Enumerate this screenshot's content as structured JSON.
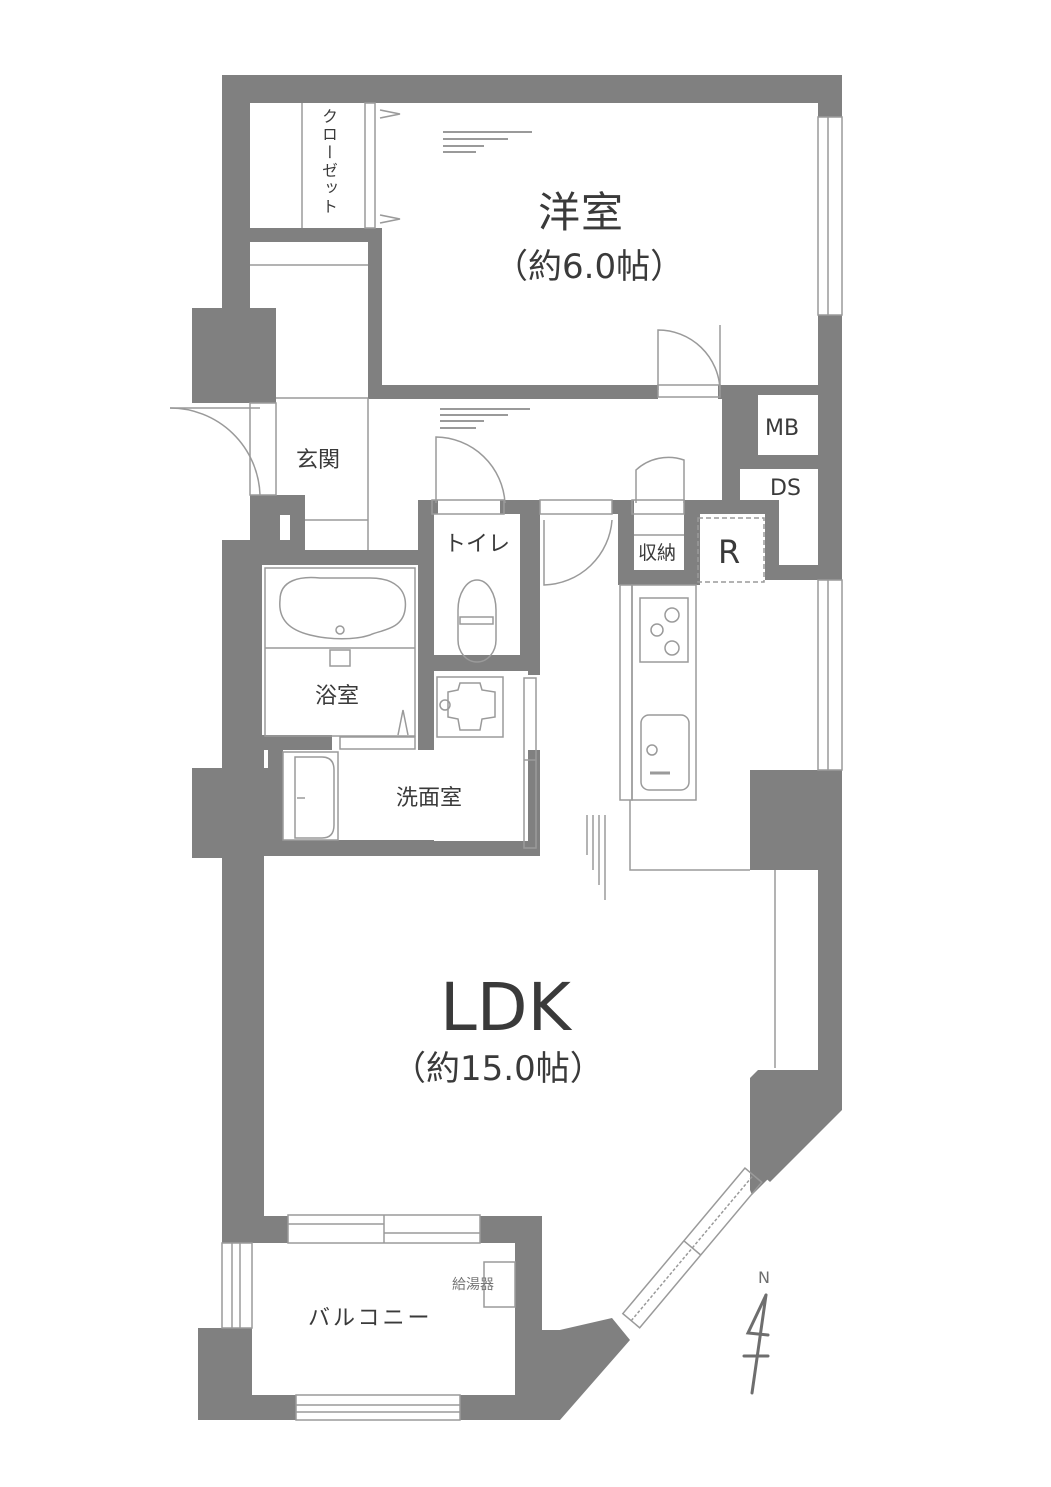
{
  "floor_plan": {
    "colors": {
      "wall": "#808080",
      "background": "#ffffff",
      "line": "#9a9a9a",
      "text": "#3a3a3a"
    },
    "rooms": {
      "western_room": {
        "name": "洋室",
        "area": "（約6.0帖）"
      },
      "closet": {
        "name": "クローゼット"
      },
      "entrance": {
        "name": "玄関"
      },
      "toilet": {
        "name": "トイレ"
      },
      "storage": {
        "name": "収納"
      },
      "refrigerator": {
        "name": "R"
      },
      "meter_box": {
        "name": "MB"
      },
      "duct_space": {
        "name": "DS"
      },
      "bathroom": {
        "name": "浴室"
      },
      "washroom": {
        "name": "洗面室"
      },
      "ldk": {
        "name": "LDK",
        "area": "（約15.0帖）"
      },
      "balcony": {
        "name": "バルコニー"
      },
      "water_heater": {
        "name": "給湯器"
      }
    },
    "compass": {
      "label": "N",
      "icon": "north-arrow-icon"
    }
  }
}
